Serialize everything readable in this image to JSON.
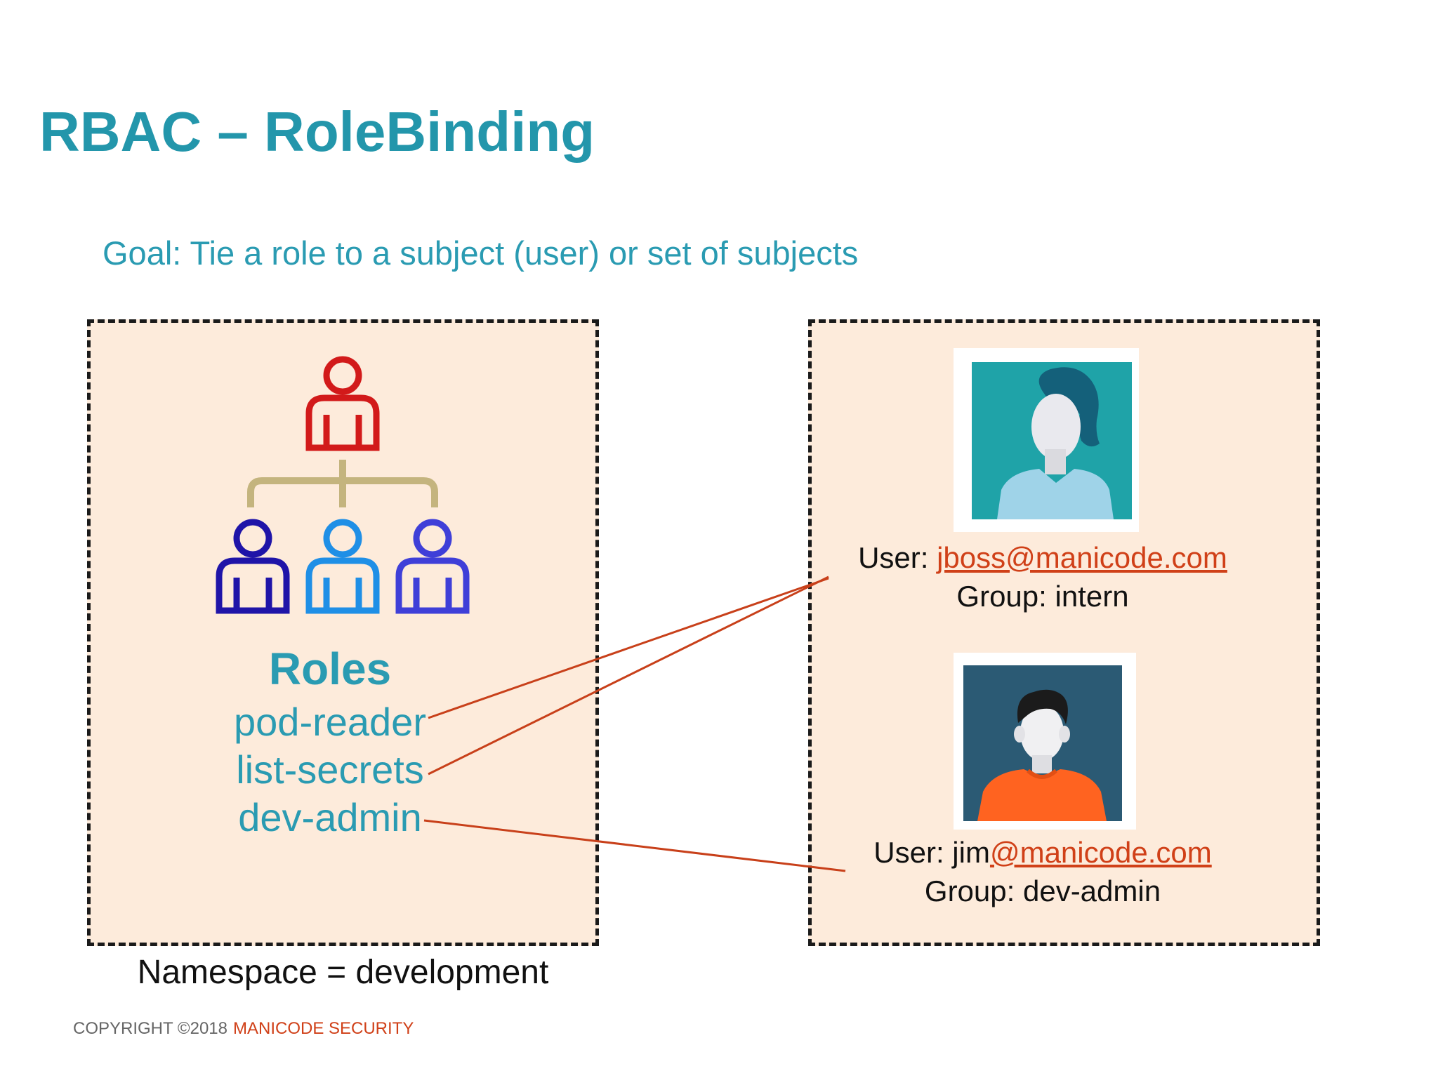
{
  "slide": {
    "title": "RBAC – RoleBinding",
    "goal": "Goal: Tie a role to a subject (user) or set of subjects"
  },
  "roles_box": {
    "heading": "Roles",
    "roles": [
      "pod-reader",
      "list-secrets",
      "dev-admin"
    ],
    "namespace_label": "Namespace = development"
  },
  "subjects": [
    {
      "user_prefix": "User: ",
      "user_name": "",
      "email": "jboss@manicode.com",
      "group": "Group: intern"
    },
    {
      "user_prefix": "User: ",
      "user_name": "jim",
      "email": "@manicode.com",
      "group": "Group: dev-admin"
    }
  ],
  "footer": {
    "copyright": "COPYRIGHT ©2018",
    "brand": "MANICODE SECURITY"
  },
  "colors": {
    "teal": "#2a9bb2",
    "box_fill": "#fdebdb",
    "connector": "#c8401a",
    "email": "#d04018",
    "manager_icon": "#d21a1a",
    "tree_lines": "#c4b47e",
    "member_dark": "#1f14a8",
    "member_mid": "#1f8fe6",
    "member_light": "#3f3fd8"
  },
  "icons": [
    "org-hierarchy-icon",
    "woman-avatar-icon",
    "man-avatar-icon"
  ]
}
